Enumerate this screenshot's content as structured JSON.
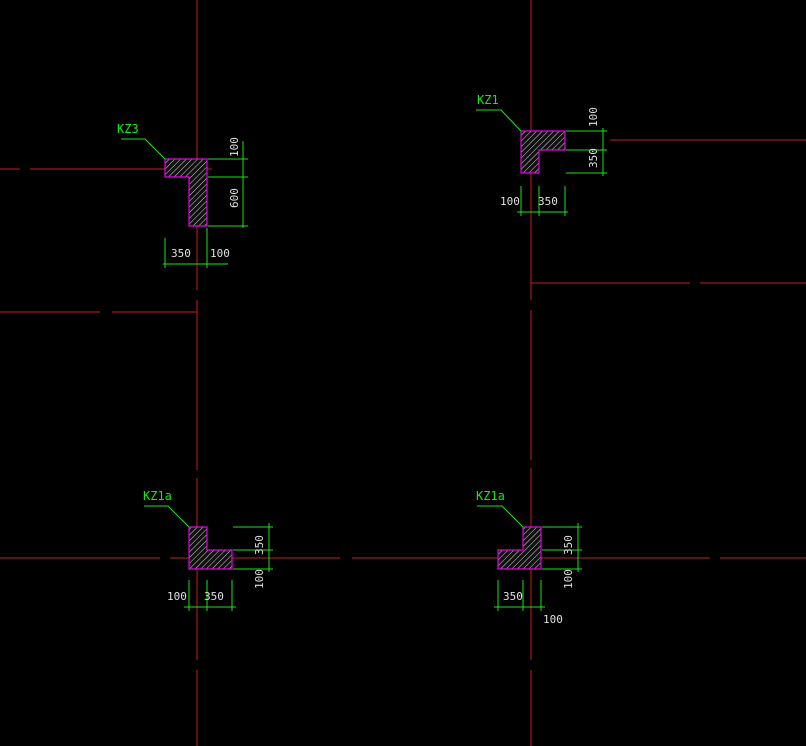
{
  "colors": {
    "background": "#000000",
    "grid_line": "#c81e1e",
    "dimension": "#19e619",
    "outline": "#e600e6",
    "hatch": "#cfcfcf",
    "label_text": "#e0e0e0",
    "tag_text": "#19e619"
  },
  "columns": [
    {
      "id": "kz3",
      "tag": "KZ3",
      "dims": {
        "top": "100",
        "side": "600",
        "bottom_left": "350",
        "bottom_right": "100"
      }
    },
    {
      "id": "kz1",
      "tag": "KZ1",
      "dims": {
        "top": "100",
        "side": "350",
        "bottom_left": "100",
        "bottom_right": "350"
      }
    },
    {
      "id": "kz1a-left",
      "tag": "KZ1a",
      "dims": {
        "side_top": "350",
        "side_bottom": "100",
        "bottom_left": "100",
        "bottom_right": "350"
      }
    },
    {
      "id": "kz1a-right",
      "tag": "KZ1a",
      "dims": {
        "side_top": "350",
        "side_bottom": "100",
        "bottom_left": "350",
        "bottom_right": "100"
      }
    }
  ]
}
